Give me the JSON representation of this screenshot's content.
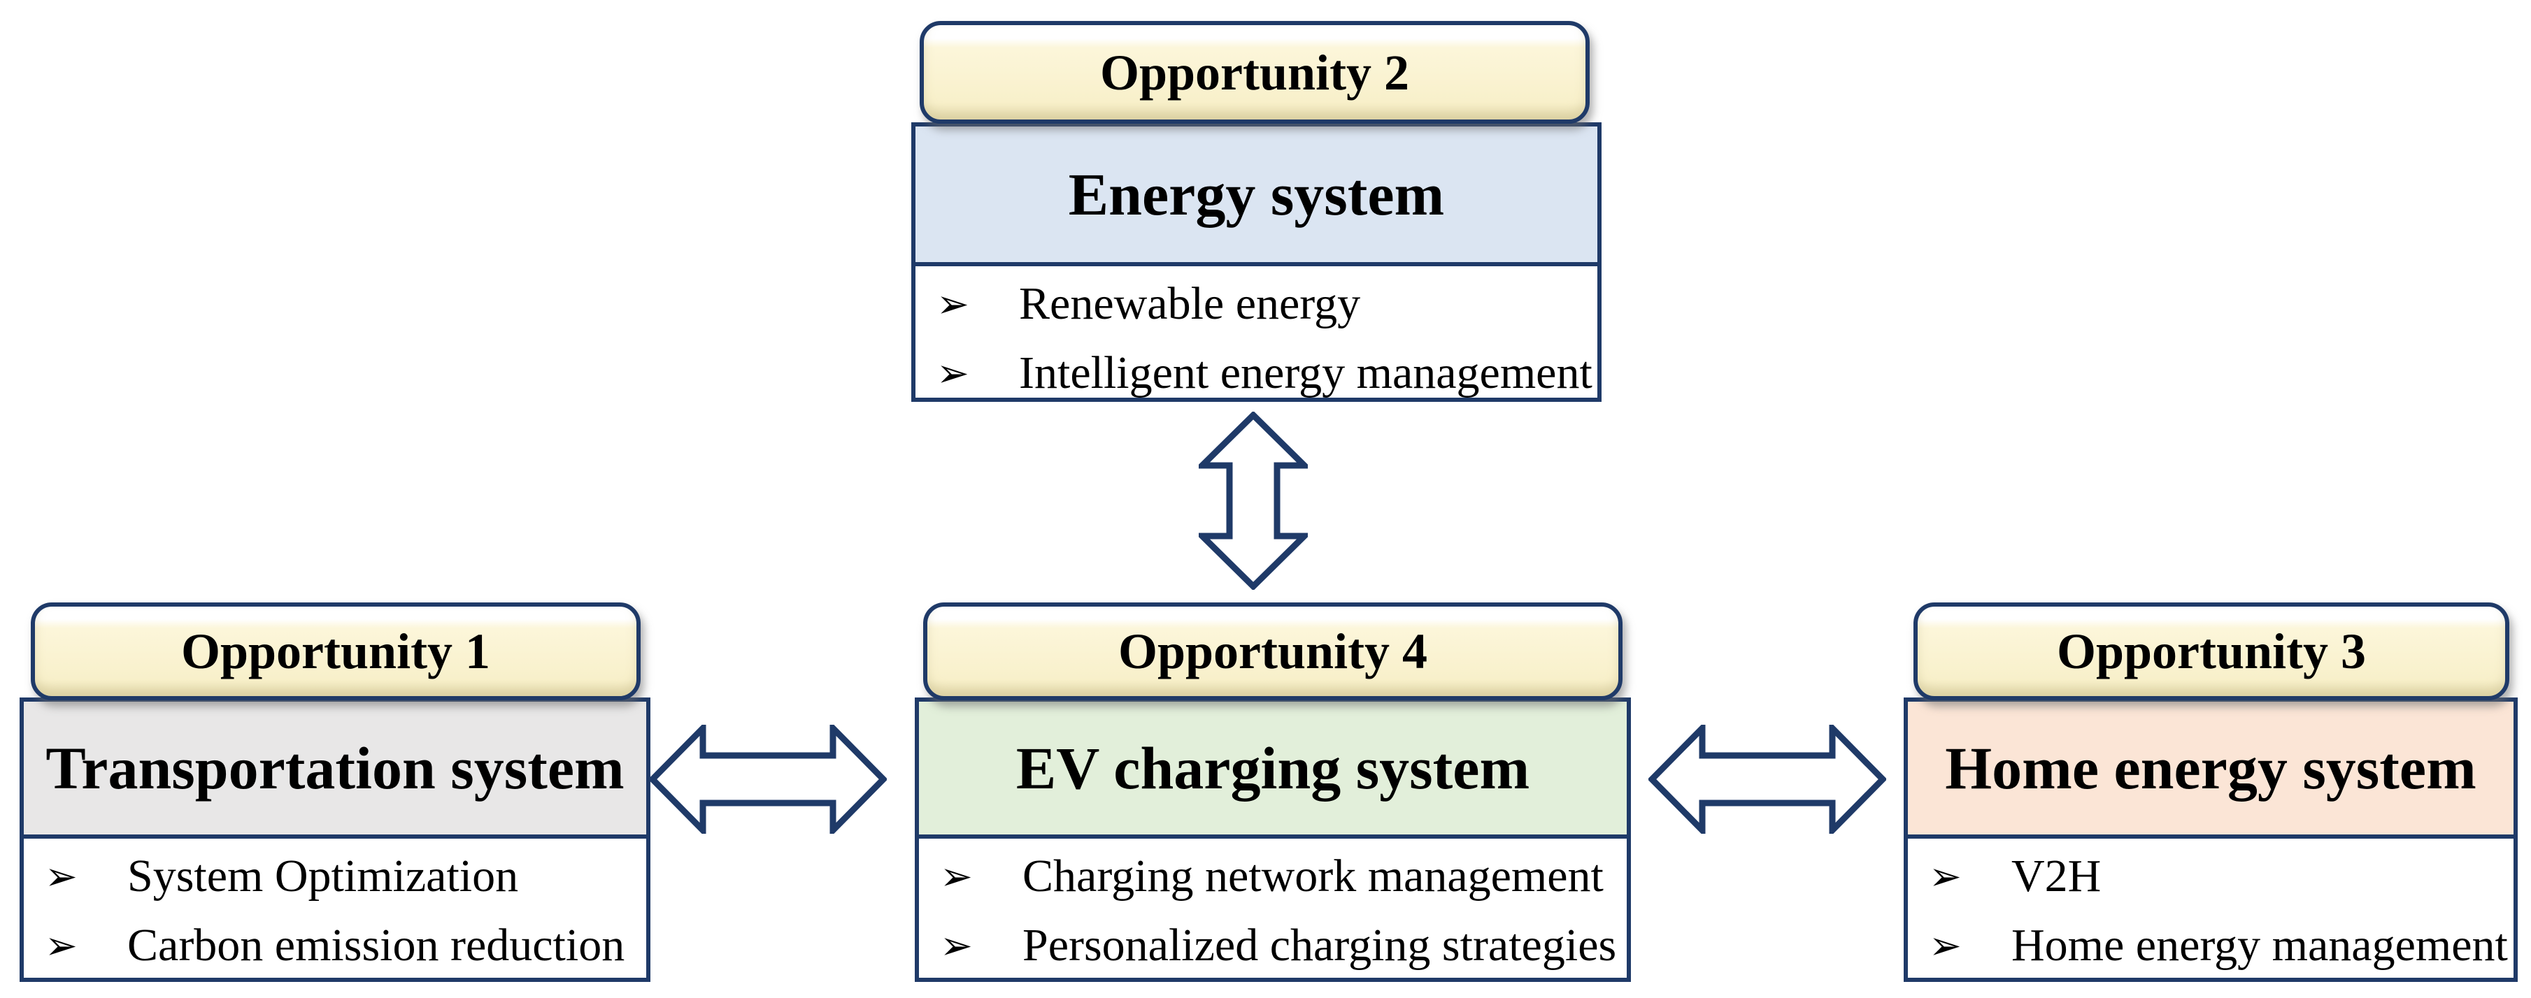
{
  "figure": {
    "description": "Four-quadrant opportunity diagram linking EV charging with energy, transportation and home energy systems"
  },
  "icons": {
    "bullet": "➢",
    "connector_horizontal": "double-arrow-horizontal-icon",
    "connector_vertical": "double-arrow-vertical-icon"
  },
  "colors": {
    "border_navy": "#1f3a68",
    "badge_cream": "#faf3d2",
    "energy_header_blue": "#dbe5f2",
    "transportation_header_gray": "#e8e7e7",
    "ev_header_green": "#e2efda",
    "home_header_salmon": "#fbe5d6",
    "arrow_fill": "#ffffff",
    "text": "#000000"
  },
  "blocks": {
    "energy": {
      "badge_label": "Opportunity 2",
      "title": "Energy system",
      "bullets": [
        "Renewable energy",
        "Intelligent energy management"
      ]
    },
    "transportation": {
      "badge_label": "Opportunity 1",
      "title": "Transportation system",
      "bullets": [
        "System Optimization",
        "Carbon emission reduction"
      ]
    },
    "ev_charging": {
      "badge_label": "Opportunity 4",
      "title": "EV charging system",
      "bullets": [
        "Charging network management",
        "Personalized charging strategies"
      ]
    },
    "home_energy": {
      "badge_label": "Opportunity 3",
      "title": "Home energy system",
      "bullets": [
        "V2H",
        "Home energy management"
      ]
    }
  }
}
